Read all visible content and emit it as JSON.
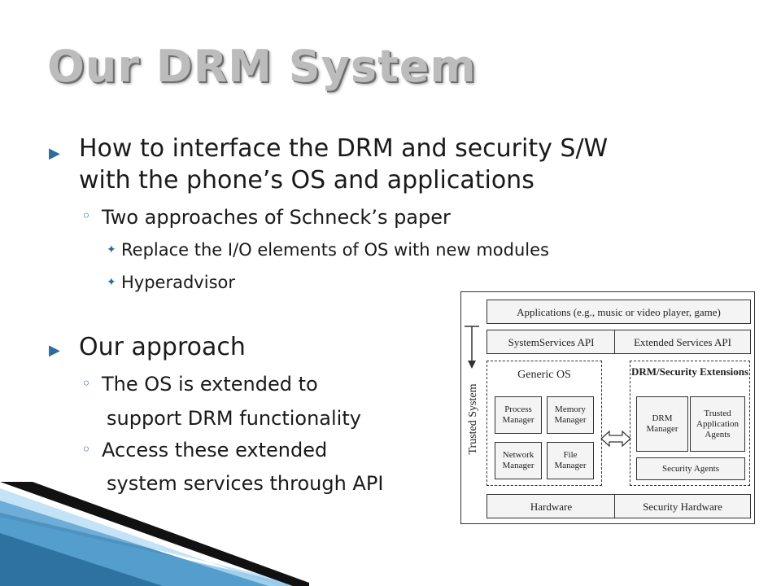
{
  "slide": {
    "title": "Our DRM System",
    "bullets": {
      "l1a_line1": "How to interface the DRM and security S/W",
      "l1a_line2": "with the phone’s OS and applications",
      "l2a": "Two approaches of Schneck’s paper",
      "l3a": "Replace the I/O elements of OS with new modules",
      "l3b": "Hyperadvisor",
      "l1b": "Our approach",
      "l2b_line1": "The OS is extended to",
      "l2b_line2": "support DRM functionality",
      "l2c_line1": "Access these extended",
      "l2c_line2": "system services through API"
    },
    "markers": {
      "level1": "▶",
      "level2": "◦",
      "level3": "✦"
    }
  },
  "diagram": {
    "applications": "Applications (e.g., music or video player, game)",
    "system_services_api": "SystemServices API",
    "extended_services_api": "Extended Services API",
    "trusted_system": "Trusted System",
    "generic_os": "Generic OS",
    "process_manager": "Process Manager",
    "memory_manager": "Memory Manager",
    "network_manager": "Network Manager",
    "file_manager": "File Manager",
    "drm_security_extensions": "DRM/Security Extensions",
    "drm_manager": "DRM Manager",
    "trusted_application_agents": "Trusted Application Agents",
    "security_agents": "Security Agents",
    "hardware": "Hardware",
    "security_hardware": "Security Hardware"
  },
  "colors": {
    "title": "#bcbcbc",
    "bullet_marker": "#2e6b9e",
    "stripe_blue": "#2f7fb5",
    "stripe_dark": "#111111"
  }
}
